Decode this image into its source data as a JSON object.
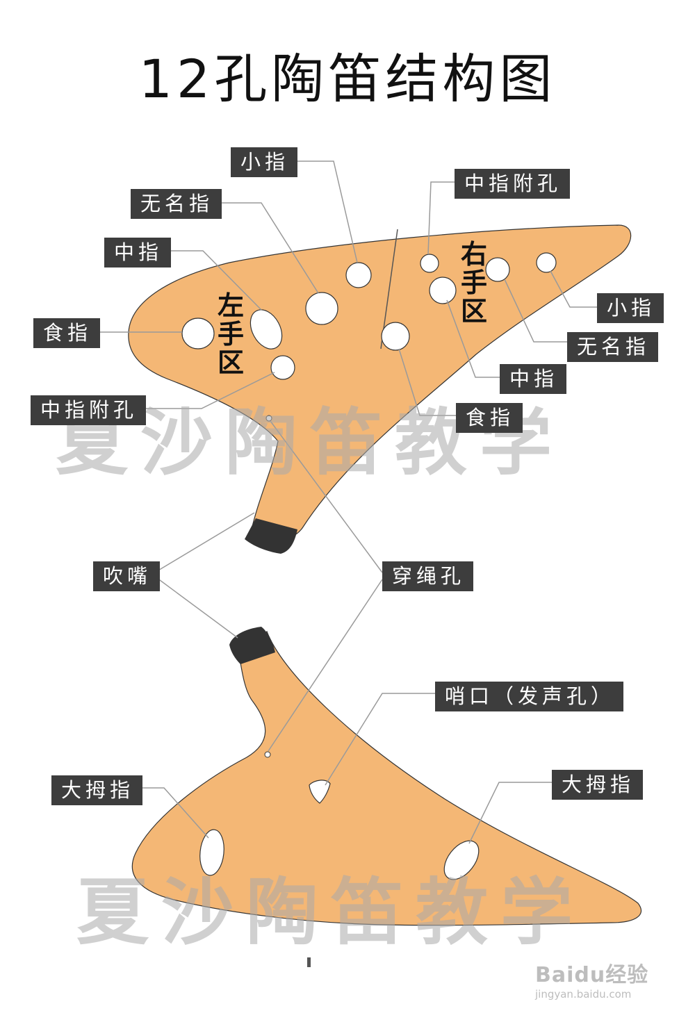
{
  "title": "12孔陶笛结构图",
  "labels": {
    "top_pinky": "小指",
    "top_ring": "无名指",
    "top_middle": "中指",
    "top_index": "食指",
    "top_left_middle_sub": "中指附孔",
    "top_right_middle_sub": "中指附孔",
    "right_pinky": "小指",
    "right_ring": "无名指",
    "right_middle": "中指",
    "right_index": "食指",
    "mouthpiece": "吹嘴",
    "string_hole": "穿绳孔",
    "whistle": "哨口（发声孔）",
    "left_thumb": "大拇指",
    "right_thumb": "大拇指"
  },
  "zones": {
    "left_hand": [
      "左",
      "手",
      "区"
    ],
    "right_hand": [
      "右",
      "手",
      "区"
    ]
  },
  "watermark": "夏沙陶笛教学",
  "baidu": {
    "logo": "Baidu经验",
    "url": "jingyan.baidu.com"
  },
  "colors": {
    "body": "#f4b775",
    "mouthpiece": "#333333",
    "label_bg": "#3d3d3d",
    "leader": "#9a9a9a"
  }
}
